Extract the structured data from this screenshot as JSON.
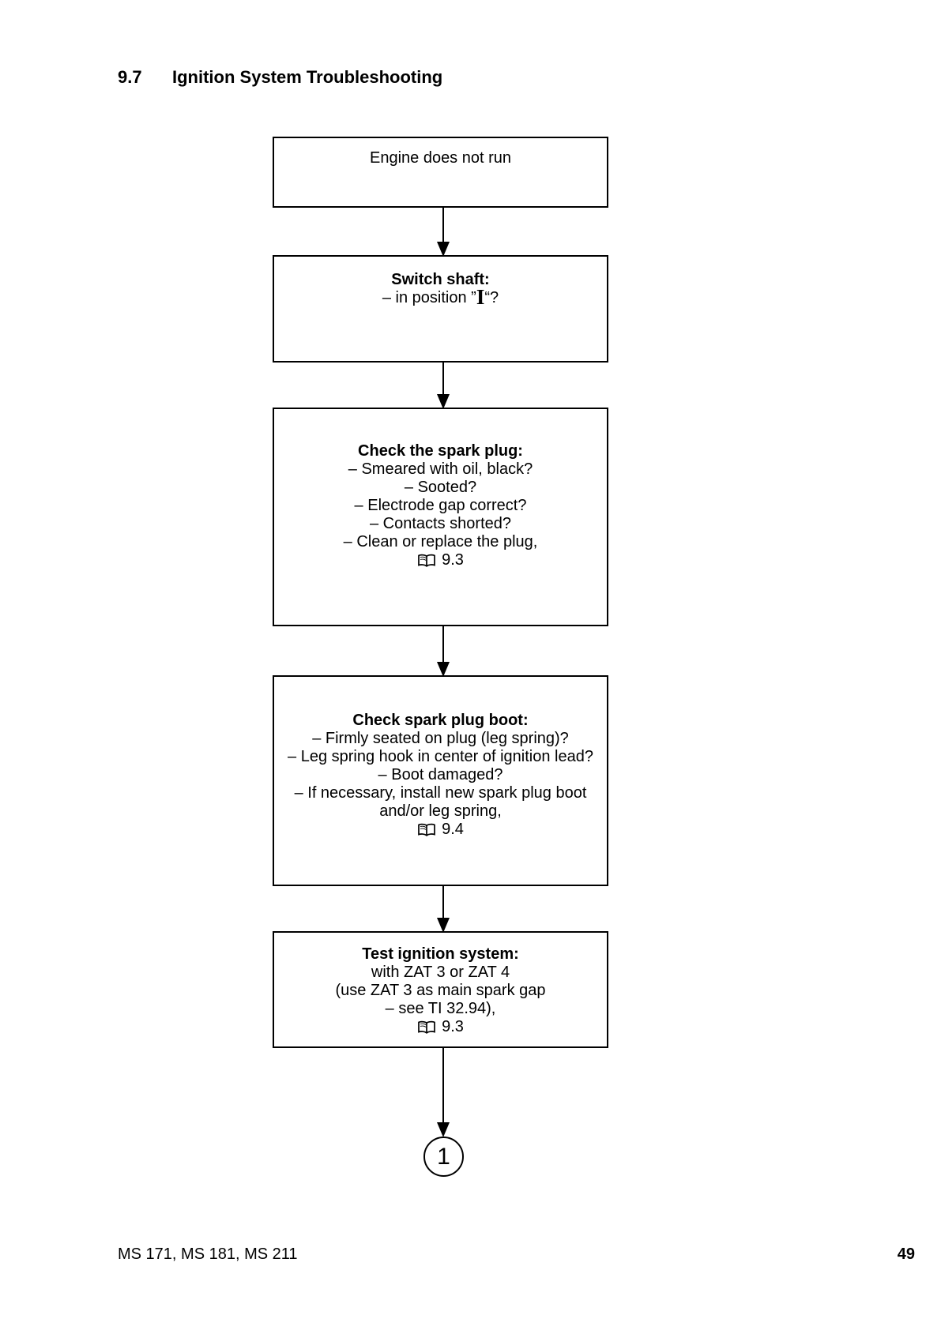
{
  "header": {
    "section_number": "9.7",
    "title": "Ignition System Troubleshooting"
  },
  "flowchart": {
    "boxes": [
      {
        "lines": [
          "Engine does not run"
        ]
      },
      {
        "title": "Switch shaft:",
        "position_line": {
          "pre": "– in position ”",
          "symbol": "I",
          "post": "“?"
        }
      },
      {
        "title": "Check the spark plug:",
        "lines": [
          "– Smeared with oil, black?",
          "– Sooted?",
          "– Electrode gap correct?",
          "– Contacts shorted?",
          "– Clean or replace the plug,"
        ],
        "ref": "9.3"
      },
      {
        "title": "Check spark plug boot:",
        "lines": [
          "– Firmly seated on plug (leg spring)?",
          "– Leg spring hook in center of ignition lead?",
          "– Boot damaged?",
          "– If necessary, install new spark plug boot",
          "and/or leg spring,"
        ],
        "ref": "9.4"
      },
      {
        "title": "Test ignition system:",
        "lines": [
          "with ZAT 3 or ZAT 4",
          "(use ZAT 3 as main spark gap",
          "– see TI 32.94),"
        ],
        "ref": "9.3"
      }
    ],
    "connector_label": "1"
  },
  "footer": {
    "models": "MS 171, MS 181, MS 211",
    "page_number": "49"
  },
  "colors": {
    "ink": "#000000",
    "paper": "#ffffff"
  }
}
